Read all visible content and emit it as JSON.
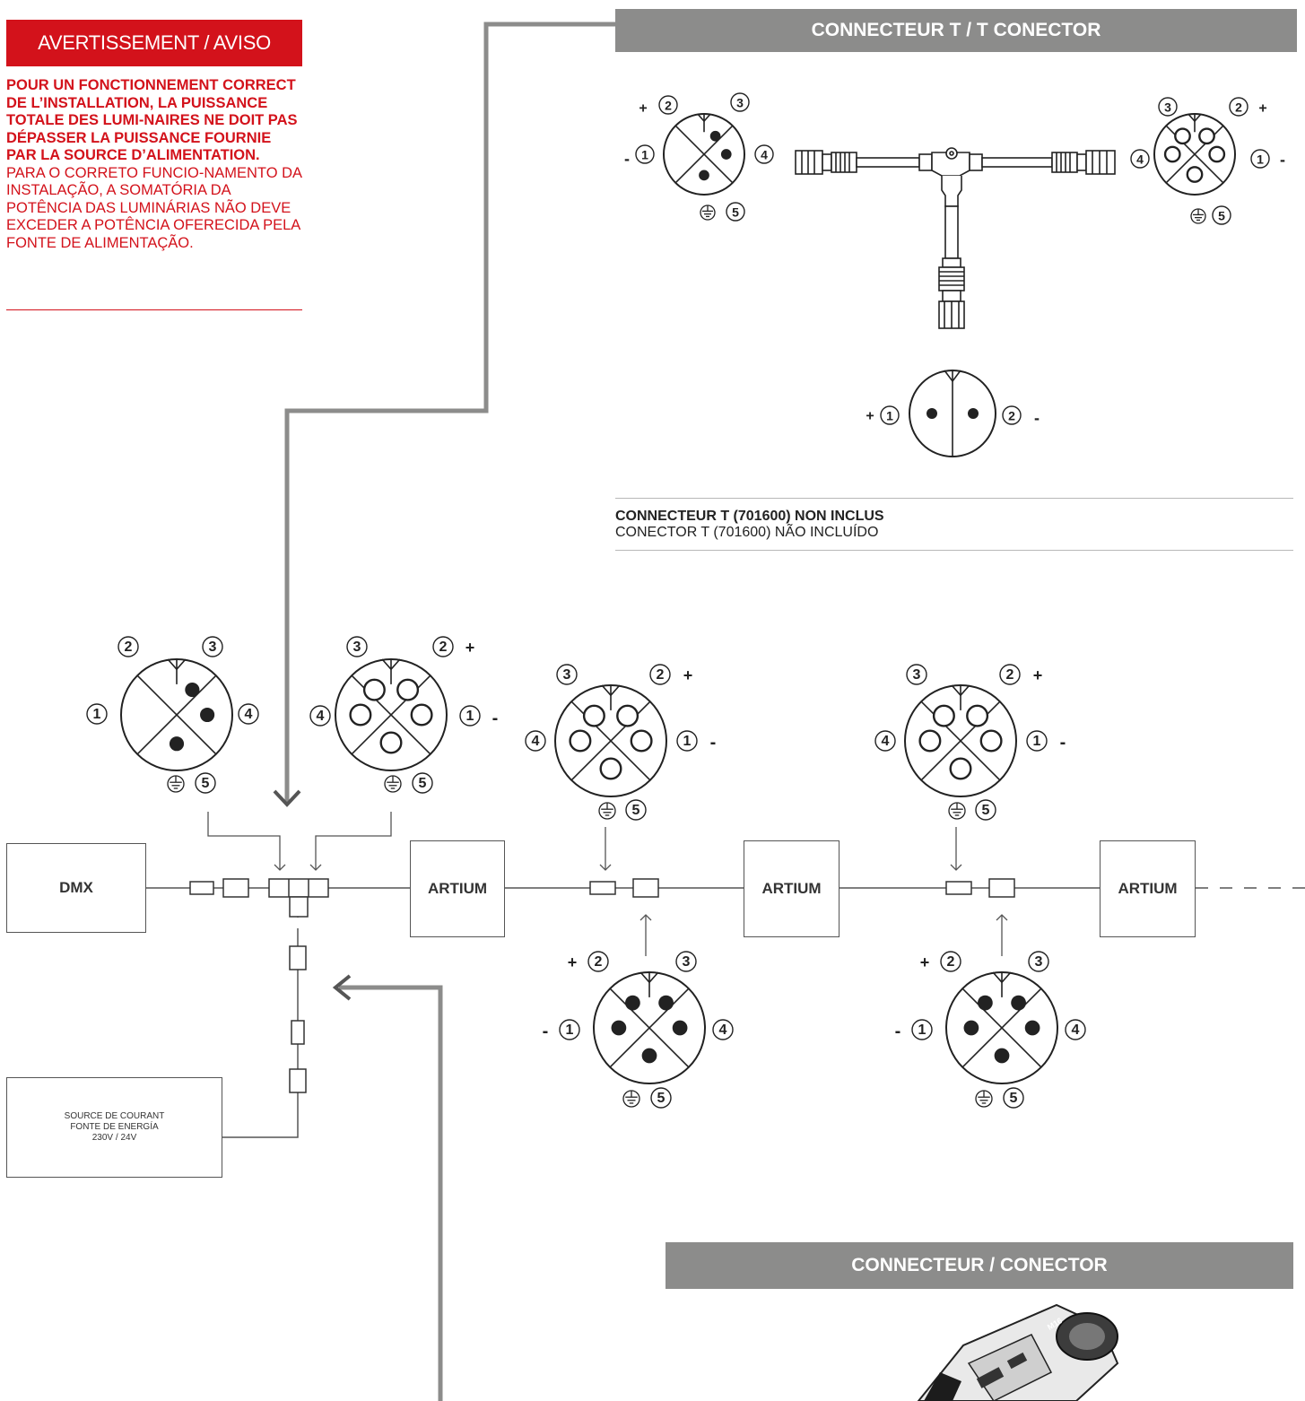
{
  "warning": {
    "title": "AVERTISSEMENT / AVISO",
    "text_fr": "POUR UN FONCTIONNEMENT CORRECT DE L’INSTALLATION, LA PUISSANCE TOTALE DES LUMI-NAIRES NE DOIT PAS DÉPASSER LA PUISSANCE FOURNIE PAR LA SOURCE D’ALIMENTATION.",
    "text_pt": "PARA O CORRETO FUNCIO-NAMENTO DA INSTALAÇÃO, A SOMATÓRIA DA POTÊNCIA DAS LUMINÁRIAS NÃO DEVE EXCEDER A POTÊNCIA OFERECIDA PELA FONTE DE ALIMENTAÇÃO."
  },
  "t_connector": {
    "header": "CONNECTEUR T / T CONECTOR",
    "note_fr": "CONNECTEUR T (701600) NON INCLUS",
    "note_pt": "CONECTOR T (701600) NÃO INCLUÍDO"
  },
  "connector": {
    "header": "CONNECTEUR / CONECTOR",
    "product_marking": "M16"
  },
  "devices": {
    "dmx": "DMX",
    "luminaire": "ARTIUM",
    "power_supply": {
      "line1": "SOURCE DE COURANT",
      "line2": "FONTE DE ENERGÍA",
      "line3": "230V / 24V"
    }
  },
  "pins": {
    "p1": "1",
    "p2": "2",
    "p3": "3",
    "p4": "4",
    "p5": "5",
    "plus": "+",
    "minus": "-"
  },
  "colors": {
    "accent_red": "#d3121b",
    "header_gray": "#8c8c8b",
    "arrow_gray": "#8c8c8b",
    "line": "#555555"
  }
}
